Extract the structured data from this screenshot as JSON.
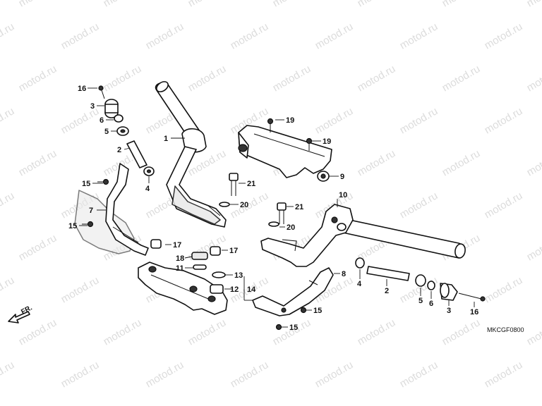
{
  "watermark": "motod.ru",
  "diagram_code": "MKCGF0800",
  "direction_label": "FR.",
  "callouts": {
    "c1": "1",
    "c2a": "2",
    "c2b": "2",
    "c3a": "3",
    "c3b": "3",
    "c4a": "4",
    "c4b": "4",
    "c5a": "5",
    "c5b": "5",
    "c6a": "6",
    "c6b": "6",
    "c7": "7",
    "c8": "8",
    "c9": "9",
    "c10": "10",
    "c11": "11",
    "c12": "12",
    "c13": "13",
    "c14": "14",
    "c15a": "15",
    "c15b": "15",
    "c15c": "15",
    "c15d": "15",
    "c16a": "16",
    "c16b": "16",
    "c17a": "17",
    "c17b": "17",
    "c18": "18",
    "c19a": "19",
    "c19b": "19",
    "c20a": "20",
    "c20b": "20",
    "c21a": "21",
    "c21b": "21"
  }
}
